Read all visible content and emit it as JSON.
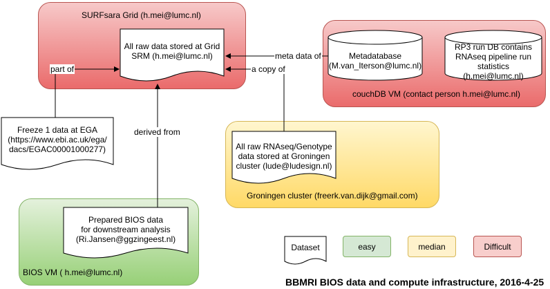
{
  "colors": {
    "difficult": "#ea6b6b",
    "easy": "#97d077",
    "median": "#ffd966"
  },
  "containers": {
    "surfsara": "SURFsara Grid (h.mei@lumc.nl)",
    "couchdb": "couchDB VM (contact person h.mei@lumc.nl)",
    "groningen": "Groningen cluster (freerk.van.dijk@gmail.com)",
    "bios": "BIOS VM ( h.mei@lumc.nl)"
  },
  "documents": {
    "grid_srm": "All raw data stored at Grid\nSRM (h.mei@lumc.nl)",
    "ega": "Freeze 1 data at EGA\n(https://www.ebi.ac.uk/ega/\ndacs/EGAC00001000277)",
    "groningen_data": "All raw RNAseq/Genotype\ndata stored at Groningen\ncluster (lude@ludesign.nl)",
    "bios_data": "Prepared BIOS data\nfor downstream analysis\n(Ri.Jansen@ggzingeest.nl)"
  },
  "databases": {
    "metadatabase": "Metadatabase\n(M.van_Iterson@lumc.nl)",
    "rp3": "RP3 run DB contains\nRNAseq pipeline run\nstatistics\n(h.mei@lumc.nl)"
  },
  "edges": {
    "part_of": "part of",
    "derived_from": "derived from",
    "meta_data_of": "meta data of",
    "a_copy_of": "a copy of"
  },
  "legend": {
    "dataset": "Dataset",
    "easy": "easy",
    "median": "median",
    "difficult": "Difficult"
  },
  "footer": "BBMRI BIOS data and compute infrastructure, 2016-4-25"
}
